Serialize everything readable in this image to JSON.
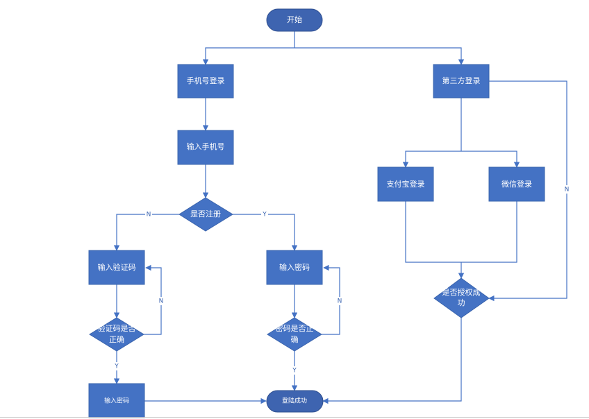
{
  "nodes": {
    "start": "开始",
    "phone_login": "手机号登录",
    "third_party_login": "第三方登录",
    "input_phone": "输入手机号",
    "registered_q": "是否注册",
    "alipay_login": "支付宝登录",
    "wechat_login": "微信登录",
    "input_code": "输入验证码",
    "input_password": "输入密码",
    "authorized_q_line1": "是否授权成",
    "authorized_q_line2": "功",
    "code_ok_q_line1": "验证码是否",
    "code_ok_q_line2": "正确",
    "password_ok_q_line1": "密码是否正",
    "password_ok_q_line2": "确",
    "input_password_2": "输入密码",
    "login_success": "登陆成功"
  },
  "edge_labels": {
    "registered_no": "N",
    "registered_yes": "Y",
    "code_no": "N",
    "code_yes": "Y",
    "password_no": "N",
    "password_yes": "Y",
    "auth_no": "N"
  }
}
